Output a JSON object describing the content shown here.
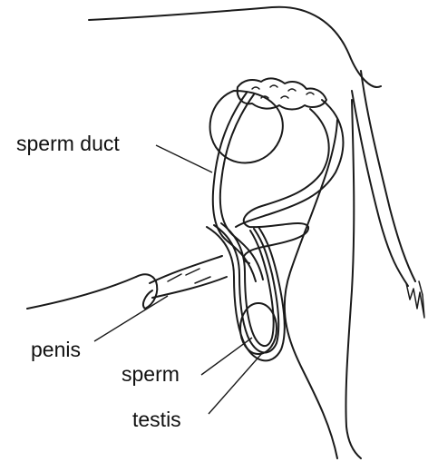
{
  "diagram": {
    "labels": {
      "sperm_duct": "sperm duct",
      "penis": "penis",
      "sperm": "sperm",
      "testis": "testis"
    },
    "colors": {
      "line": "#1a1a1a",
      "background": "#ffffff"
    }
  }
}
